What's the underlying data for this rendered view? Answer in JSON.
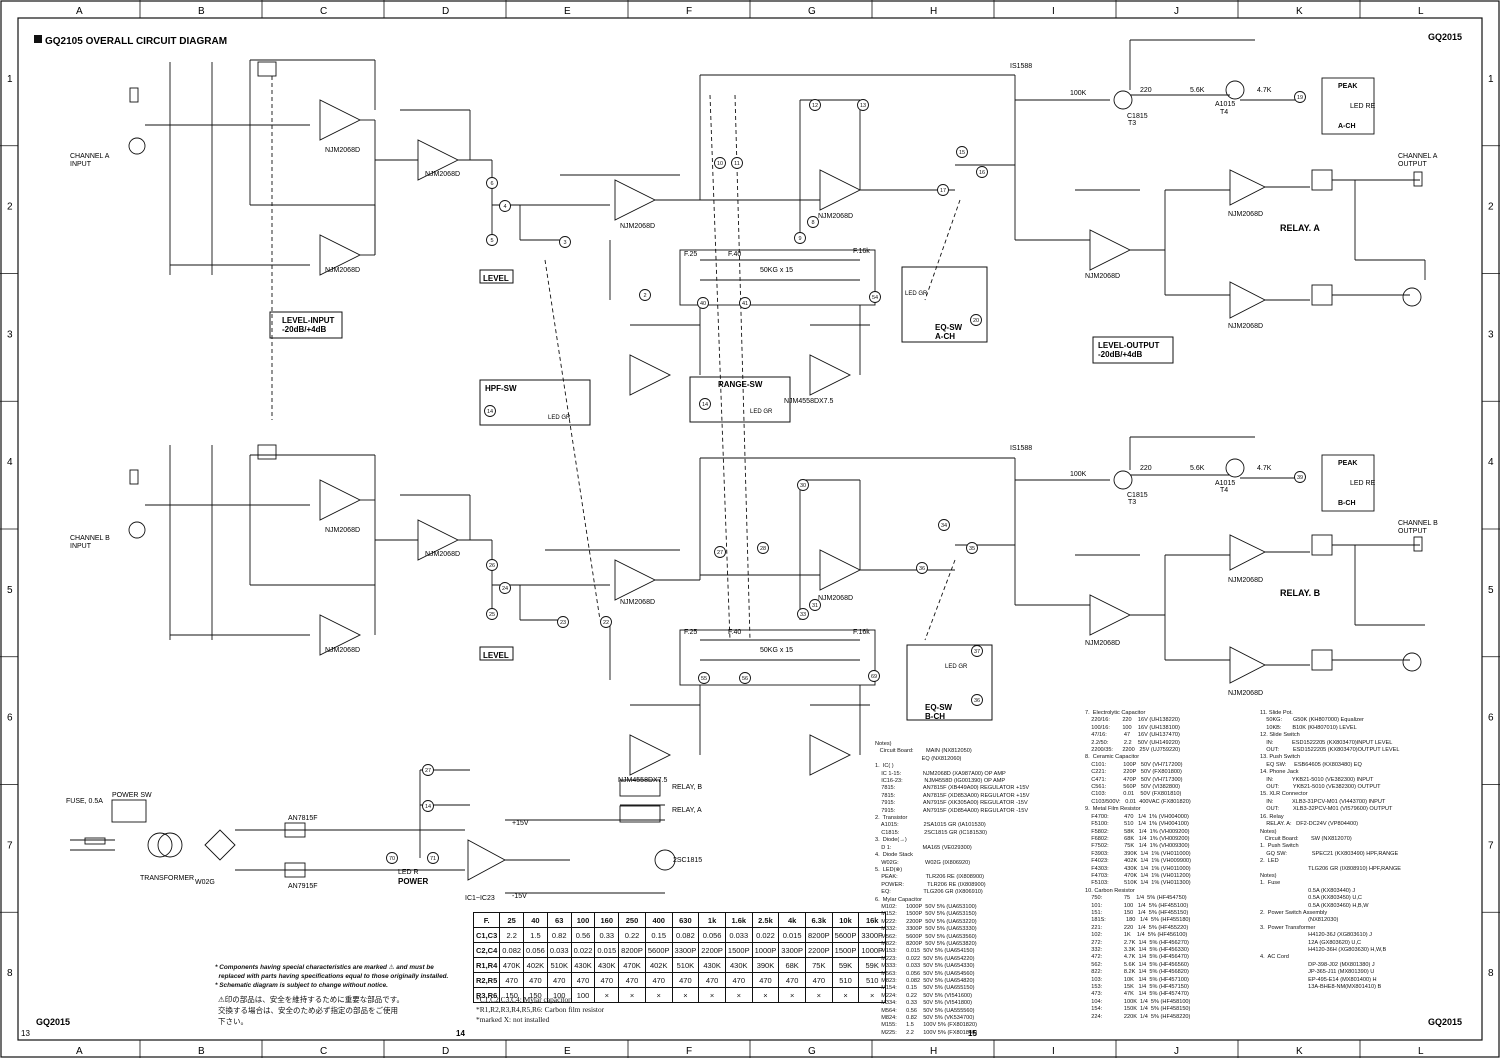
{
  "header": {
    "title": "GQ2105 OVERALL CIRCUIT DIAGRAM",
    "model_top_right": "GQ2015",
    "model_bottom_left": "GQ2015",
    "model_bottom_right": "GQ2015",
    "page_left": "13",
    "page_mid_left": "14",
    "page_mid_right": "15"
  },
  "grid": {
    "columns": [
      "A",
      "B",
      "C",
      "D",
      "E",
      "F",
      "G",
      "H",
      "I",
      "J",
      "K",
      "L"
    ],
    "rows": [
      "1",
      "2",
      "3",
      "4",
      "5",
      "6",
      "7",
      "8"
    ]
  },
  "labels": {
    "ch_a_input": "CHANNEL A\nINPUT",
    "ch_b_input": "CHANNEL B\nINPUT",
    "ch_a_output": "CHANNEL A\nOUTPUT",
    "ch_b_output": "CHANNEL B\nOUTPUT",
    "level_a": "LEVEL",
    "level_b": "LEVEL",
    "level_input": "LEVEL-INPUT\n-20dB/+4dB",
    "level_output": "LEVEL-OUTPUT\n-20dB/+4dB",
    "hpf_sw": "HPF-SW",
    "range_sw": "RANGE-SW",
    "eq_sw_a": "EQ-SW\nA-CH",
    "eq_sw_b": "EQ-SW\nB-CH",
    "peak_a": "PEAK",
    "peak_a_ch": "A-CH",
    "peak_b": "PEAK",
    "peak_b_ch": "B-CH",
    "led_re": "LED RE",
    "led_gr": "LED GR",
    "relay_a": "RELAY. A",
    "relay_b": "RELAY. B",
    "power": "POWER",
    "power_sw": "POWER SW",
    "fuse": "FUSE, 0.5A",
    "transformer": "TRANSFORMER",
    "an7815f": "AN7815F",
    "an7915f": "AN7915F",
    "w02g": "W02G",
    "plus15v": "+15V",
    "minus15v": "-15V",
    "t2sc1815": "2SC1815",
    "relay_b_coil": "RELAY, B",
    "relay_a_coil": "RELAY, A",
    "ic_note": "IC1~IC23",
    "led_r": "LED R",
    "opamp": "NJM2068D",
    "njm4558": "NJM4558DX7.5",
    "range_pot": "50KG x 15",
    "t3": "T3",
    "t4": "T4",
    "c1815": "C1815",
    "a1015": "A1015",
    "r5_6k": "5.6K",
    "r220": "220",
    "r4_7k": "4.7K",
    "r100k": "100K",
    "is1588": "IS1588",
    "f25": "F.25",
    "f40": "F.40",
    "f16k": "F.16k"
  },
  "freq_table": {
    "header": [
      "F.",
      "25",
      "40",
      "63",
      "100",
      "160",
      "250",
      "400",
      "630",
      "1k",
      "1.6k",
      "2.5k",
      "4k",
      "6.3k",
      "10k",
      "16k"
    ],
    "rows": [
      [
        "C1,C3",
        "2.2",
        "1.5",
        "0.82",
        "0.56",
        "0.33",
        "0.22",
        "0.15",
        "0.082",
        "0.056",
        "0.033",
        "0.022",
        "0.015",
        "8200P",
        "5600P",
        "3300P"
      ],
      [
        "C2,C4",
        "0.082",
        "0.056",
        "0.033",
        "0.022",
        "0.015",
        "8200P",
        "5600P",
        "3300P",
        "2200P",
        "1500P",
        "1000P",
        "3300P",
        "2200P",
        "1500P",
        "1000P"
      ],
      [
        "R1,R4",
        "470K",
        "402K",
        "510K",
        "430K",
        "430K",
        "470K",
        "402K",
        "510K",
        "430K",
        "430K",
        "390K",
        "68K",
        "75K",
        "59K",
        "59K"
      ],
      [
        "R2,R5",
        "470",
        "470",
        "470",
        "470",
        "470",
        "470",
        "470",
        "470",
        "470",
        "470",
        "470",
        "470",
        "470",
        "510",
        "510"
      ],
      [
        "R3,R6",
        "150",
        "150",
        "100",
        "100",
        "×",
        "×",
        "×",
        "×",
        "×",
        "×",
        "×",
        "×",
        "×",
        "×",
        "×"
      ]
    ]
  },
  "footnotes": {
    "special_en": "* Components having special characteristics are marked ⚠ and must be\n  replaced with parts having specifications equal to those originally installed.\n* Schematic diagram is subject to change without notice.",
    "special_jp": "⚠印の部品は、安全を維持するために重要な部品です。\n交換する場合は、安全のため必ず指定の部品をご使用\n下さい。",
    "cap_note": "*C1,C2,C3,C4: Mylar capacitor\n*R1,R2,R3,R4,R5,R6: Carbon film resistor\n*marked X: not installed"
  },
  "notes_col1": [
    "Notes)",
    "   Circuit Board:        MAIN (NX812050)",
    "                              EQ (NX812060)",
    "1.  IC( )",
    "    IC 1-15:              NJM2068D (XA987A00) OP AMP",
    "    IC16-23:              NJM4558D (IG001390) OP AMP",
    "    7815:                  AN7815F (XB449A00) REGULATOR +15V",
    "    7815:                  AN7815F (XD853A00) REGULATOR +15V",
    "    7915:                  AN7915F (XK305A00) REGULATOR -15V",
    "    7915:                  AN7915F (XD854A00) REGULATOR -15V",
    "2.  Transistor",
    "    A1015:                2SA1015 GR (IA101530)",
    "    C1815:                2SC1815 GR (IC181530)",
    "3.  Diode(→)",
    "    D 1:                    MA165 (VE029300)",
    "4.  Diode Stack",
    "    W02G:                 W02G (IX806920)",
    "5.  LED(⊗)",
    "    PEAK:                  TLR206 RE (IX808900)",
    "    POWER:               TLR206 RE (IX808900)",
    "    EQ:                     TLG206 GR (IX806910)",
    "6.  Mylar Capacitor",
    "    M102:      1000P  50V 5% (UA653100)",
    "    M152:      1500P  50V 5% (UA653150)",
    "    M222:      2200P  50V 5% (UA653220)",
    "    M332:      3300P  50V 5% (UA653330)",
    "    M562:      5600P  50V 5% (UA653560)",
    "    M822:      8200P  50V 5% (UA653820)",
    "    M153:      0.015  50V 5% (UA654150)",
    "    M223:      0.022  50V 5% (UA654220)",
    "    M333:      0.033  50V 5% (UA654330)",
    "    M563:      0.056  50V 5% (UA654560)",
    "    M823:      0.082  50V 5% (UA654820)",
    "    M154:      0.15    50V 5% (UA655150)",
    "    M224:      0.22    50V 5% (VI541600)",
    "    M334:      0.33    50V 5% (VI541800)",
    "    M564:      0.56    50V 5% (UA555560)",
    "    M824:      0.82    50V 5% (VK534700)",
    "    M155:      1.5      100V 5% (FX801820)",
    "    M225:      2.2      100V 5% (FX801840)"
  ],
  "notes_col2": [
    "7.  Electrolytic Capacitor",
    "    220/16:        220    16V (UH138220)",
    "    100/16:        100    16V (UH138100)",
    "    47/16:           47     16V (UH137470)",
    "    2.2/50:          2.2    50V (UH149220)",
    "    2200/35:      2200   25V (UJ759220)",
    "8.  Ceramic Capacitor",
    "    C101:           100P   50V (VH717200)",
    "    C221:           220P   50V (FX801800)",
    "    C471:           470P   50V (VH717300)",
    "    C561:           560P   50V (VI382800)",
    "    C103:           0.01    50V (FX801810)",
    "    C103/500V:   0.01  400VAC (FX801820)",
    "9.  Metal Film Resistor",
    "    F4700:          470   1/4  1% (VH004000)",
    "    F5100:          510   1/4  1% (VH004100)",
    "    F5802:          58K   1/4  1% (VH009200)",
    "    F6802:          68K   1/4  1% (VH009200)",
    "    F7502:          75K   1/4  1% (VH009300)",
    "    F3903:          390K  1/4  1% (VH011000)",
    "    F4023:          402K  1/4  1% (VH009900)",
    "    F4303:          430K  1/4  1% (VH011000)",
    "    F4703:          470K  1/4  1% (VH011200)",
    "    F5103:          510K  1/4  1% (VH011300)",
    "10. Carbon Resistor",
    "    750:              75    1/4  5% (HF454750)",
    "    101:              100   1/4  5% (HF455100)",
    "    151:              150   1/4  5% (HF455150)",
    "    181S:             180   1/4  5% (HF455180)",
    "    221:              220   1/4  5% (HF455220)",
    "    102:              1K    1/4  5% (HF456100)",
    "    272:              2.7K  1/4  5% (HF456270)",
    "    332:              3.3K  1/4  5% (HF456330)",
    "    472:              4.7K  1/4  5% (HF456470)",
    "    562:              5.6K  1/4  5% (HF456560)",
    "    822:              8.2K  1/4  5% (HF456820)",
    "    103:              10K   1/4  5% (HF457100)",
    "    153:              15K   1/4  5% (HF457150)",
    "    473:              47K   1/4  5% (HF457470)",
    "    104:              100K  1/4  5% (HF458100)",
    "    154:              150K  1/4  5% (HF458150)",
    "    224:              220K  1/4  5% (HF458220)"
  ],
  "notes_col3": [
    "11. Slide Pot.",
    "    50KG:       G50K (KH807000) Equalizer",
    "    10KB:       B10K (KH807010) LEVEL",
    "12. Slide Switch",
    "    IN:            ESD1522205 (KX803470)INPUT LEVEL",
    "    OUT:         ESD1522205 (KX803470)OUTPUT LEVEL",
    "13. Push Switch",
    "    EQ SW:     ESB64605 (KX803480) EQ",
    "14. Phone Jack",
    "    IN:            YKB21-5010 (VE382300) INPUT",
    "    OUT:         YKB21-5010 (VE382300) OUTPUT",
    "15. XLR Connector",
    "    IN:            XLB3-31PCV-M01 (VI443700) INPUT",
    "    OUT:         XLB3-32PCV-M01 (VI579600) OUTPUT",
    "16. Relay",
    "    RELAY. A:   DF2-DC24V (VP804400)",
    "",
    "Notes)",
    "   Circuit Board:        SW (NX812070)",
    "",
    "1.  Push Switch",
    "    GQ SW:                SPEC21 (KX803490) HPF,RANGE",
    "2.  LED",
    "                               TLG206 GR (IX808910) HPF,RANGE",
    "",
    "Notes)",
    "1.  Fuse",
    "                               0.5A (KX803440) J",
    "                               0.5A (KX803450) U,C",
    "                               0.5A (KX803460) H,B,W",
    "2.  Power Switch Assembly",
    "                               (NX812030)",
    "3.  Power Transformer",
    "                               H4120-36J (XG803610) J",
    "                               12A (GX803620) U,C",
    "                               H4120-36H (XG803630) H,W,B",
    "4.  AC Cord",
    "                               DP-398-J02 (MX801380) J",
    "                               JP-365-J11 (MX801390) U",
    "                               EP-495-E14 (MX801400) H",
    "                               13A-BHE8-NM(MX801410) B"
  ]
}
